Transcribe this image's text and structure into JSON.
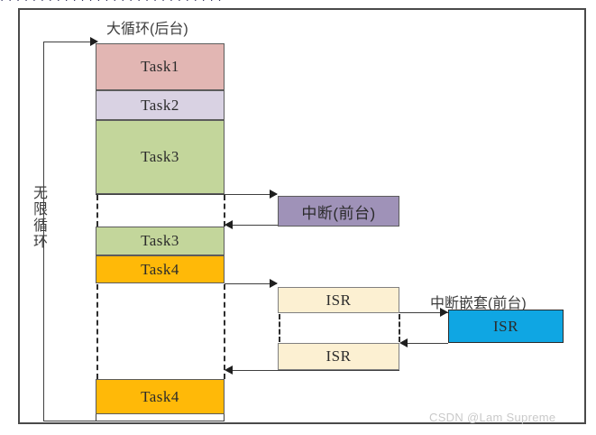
{
  "top_clipped_text": "· · ·   · · ·   · · ·   · ·   · · ·   · · ·   · · ·   · · ·   · ·   · · ·",
  "diagram": {
    "title_background_loop": "大循环(后台)",
    "loop_label_vertical": "无限循环",
    "interrupt_label": "中断(前台)",
    "nested_interrupt_label": "中断嵌套(前台)",
    "blocks": [
      {
        "name": "task1-block",
        "label": "Task1",
        "color": "#e2b6b3"
      },
      {
        "name": "task2-block",
        "label": "Task2",
        "color": "#d9d2e3"
      },
      {
        "name": "task3-block",
        "label": "Task3",
        "color": "#c3d69b"
      },
      {
        "name": "task3b-block",
        "label": "Task3",
        "color": "#c3d69b"
      },
      {
        "name": "task4-block",
        "label": "Task4",
        "color": "#ffb908"
      },
      {
        "name": "task4b-block",
        "label": "Task4",
        "color": "#ffb908"
      },
      {
        "name": "isr1-block",
        "label": "ISR",
        "color": "#fcf0d2"
      },
      {
        "name": "isr2-block",
        "label": "ISR",
        "color": "#fcf0d2"
      },
      {
        "name": "isr-nested-block",
        "label": "ISR",
        "color": "#0fa6e3"
      },
      {
        "name": "interrupt-block",
        "label": "中断(前台)",
        "color": "#9f92b8"
      }
    ],
    "colors": {
      "task1": "#e2b6b3",
      "task2": "#d9d2e3",
      "task3": "#c3d69b",
      "task4": "#ffb908",
      "isr": "#fcf0d2",
      "interrupt": "#9f92b8",
      "nested_isr": "#0fa6e3",
      "frame": "#4a4a4a"
    }
  },
  "watermark": "CSDN @Lam Supreme"
}
